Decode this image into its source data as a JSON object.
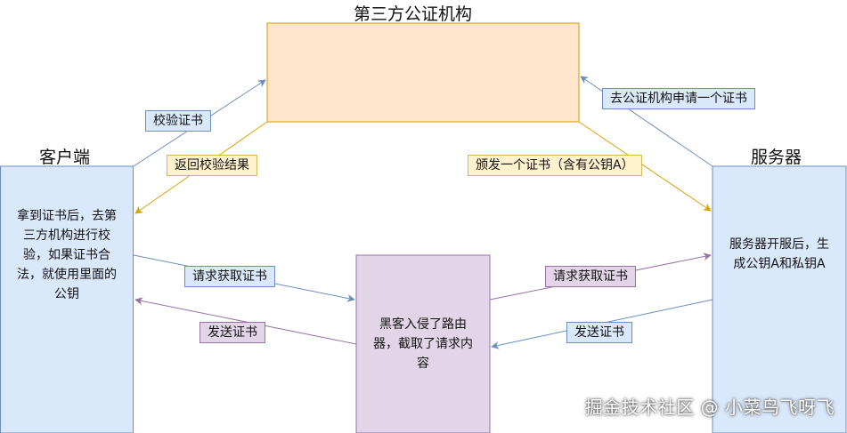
{
  "colors": {
    "blue_fill": "#dae8fc",
    "blue_stroke": "#6c8ebf",
    "orange_fill": "#ffe6cc",
    "orange_stroke": "#d79b00",
    "purple_fill": "#e1d5e7",
    "purple_stroke": "#9673a6",
    "yellow_fill": "#fff2cc",
    "yellow_stroke": "#d6b656",
    "yellow_arrow": "#d6a300"
  },
  "nodes": {
    "ca": {
      "title": "第三方公证机构",
      "text": ""
    },
    "client": {
      "title": "客户端",
      "lines": [
        "拿到证书后，去第",
        "三方机构进行校",
        "验，如果证书合",
        "法，就使用里面的",
        "公钥"
      ]
    },
    "server": {
      "title": "服务器",
      "lines": [
        "服务器开服后，生",
        "成公钥A和私钥A"
      ]
    },
    "hacker": {
      "lines": [
        "黑客入侵了路由",
        "器，截取了请求内",
        "容"
      ]
    }
  },
  "edges": {
    "verify_cert": "校验证书",
    "return_result": "返回校验结果",
    "apply_cert": "去公证机构申请一个证书",
    "issue_cert": "颁发一个证书（含有公钥A）",
    "request_cert_left": "请求获取证书",
    "send_cert_left": "发送证书",
    "request_cert_right": "请求获取证书",
    "send_cert_right": "发送证书"
  },
  "watermark": "掘金技术社区 @ 小菜鸟飞呀飞"
}
